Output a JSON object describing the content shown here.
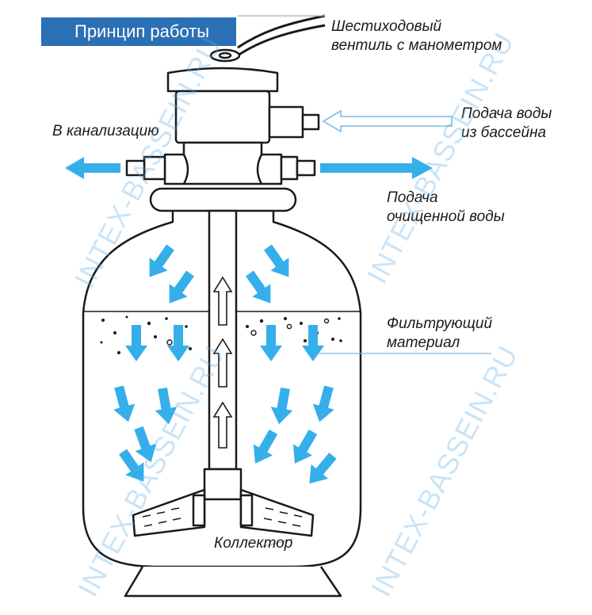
{
  "header": {
    "title": "Принцип работы"
  },
  "labels": {
    "valve": "Шестиходовый вентиль с манометром",
    "valve_line1": "Шестиходовый",
    "valve_line2": "вентиль с манометром",
    "drain": "В канализацию",
    "inflow_line1": "Подача воды",
    "inflow_line2": "из бассейна",
    "outflow_line1": "Подача",
    "outflow_line2": "очищенной воды",
    "media_line1": "Фильтрующий",
    "media_line2": "материал",
    "collector": "Коллектор"
  },
  "watermark": {
    "text": "INTEX-BASSEIN.RU"
  },
  "colors": {
    "flow_arrow": "#35aeea",
    "header_bg": "#2b6fb5",
    "outline": "#1a1a1a",
    "watermark": "#5aaae6"
  },
  "icons": {
    "flow": "down-right-arrow-icon",
    "upflow": "up-arrow-outline-icon",
    "drain": "left-arrow-icon",
    "outlet": "right-arrow-icon",
    "inlet": "left-arrow-outline-icon"
  }
}
